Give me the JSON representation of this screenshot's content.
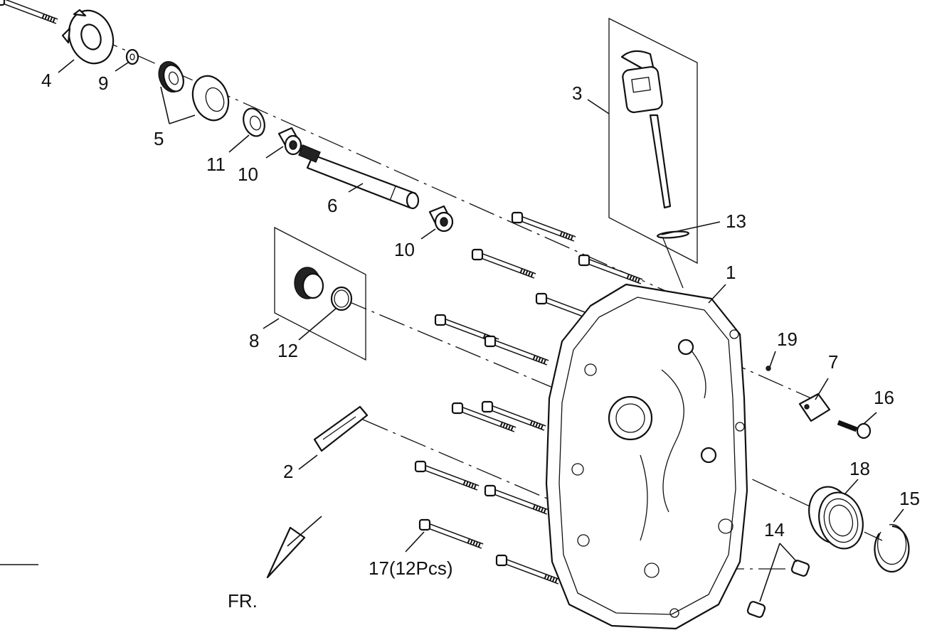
{
  "diagram": {
    "callouts": {
      "c1": "1",
      "c2": "2",
      "c3": "3",
      "c4": "4",
      "c5": "5",
      "c6": "6",
      "c7": "7",
      "c8": "8",
      "c9": "9",
      "c10a": "10",
      "c10b": "10",
      "c11": "11",
      "c12": "12",
      "c13": "13",
      "c14": "14",
      "c15": "15",
      "c16": "16",
      "c17": "17(12Pcs)",
      "c18": "18",
      "c19": "19"
    },
    "direction_label": "FR."
  }
}
